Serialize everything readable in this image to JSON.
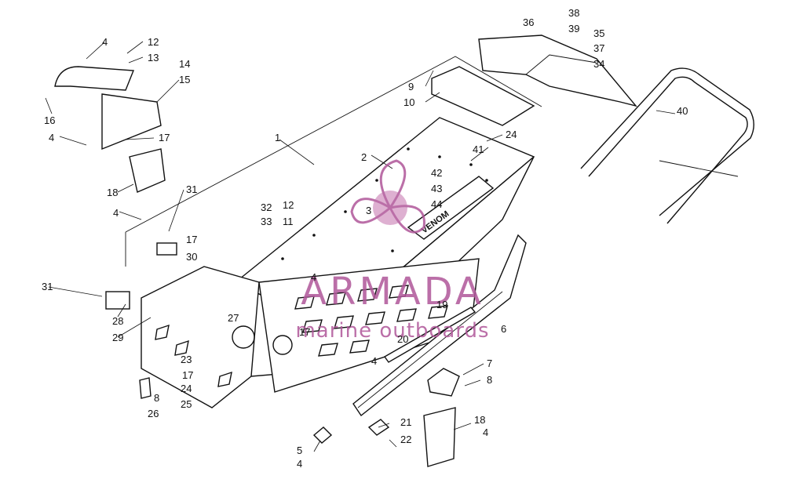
{
  "callouts": [
    {
      "id": "c1",
      "label": "1"
    },
    {
      "id": "c2",
      "label": "2"
    },
    {
      "id": "c3",
      "label": "3"
    },
    {
      "id": "c4a",
      "label": "4"
    },
    {
      "id": "c4b",
      "label": "4"
    },
    {
      "id": "c4c",
      "label": "4"
    },
    {
      "id": "c4d",
      "label": "4"
    },
    {
      "id": "c4e",
      "label": "4"
    },
    {
      "id": "c4f",
      "label": "4"
    },
    {
      "id": "c4g",
      "label": "4"
    },
    {
      "id": "c5",
      "label": "5"
    },
    {
      "id": "c6",
      "label": "6"
    },
    {
      "id": "c7",
      "label": "7"
    },
    {
      "id": "c8a",
      "label": "8"
    },
    {
      "id": "c8b",
      "label": "8"
    },
    {
      "id": "c9",
      "label": "9"
    },
    {
      "id": "c10",
      "label": "10"
    },
    {
      "id": "c11",
      "label": "11"
    },
    {
      "id": "c12a",
      "label": "12"
    },
    {
      "id": "c12b",
      "label": "12"
    },
    {
      "id": "c13",
      "label": "13"
    },
    {
      "id": "c14",
      "label": "14"
    },
    {
      "id": "c15",
      "label": "15"
    },
    {
      "id": "c16",
      "label": "16"
    },
    {
      "id": "c17a",
      "label": "17"
    },
    {
      "id": "c17b",
      "label": "17"
    },
    {
      "id": "c17c",
      "label": "17"
    },
    {
      "id": "c17d",
      "label": "17"
    },
    {
      "id": "c18a",
      "label": "18"
    },
    {
      "id": "c18b",
      "label": "18"
    },
    {
      "id": "c19",
      "label": "19"
    },
    {
      "id": "c20",
      "label": "20"
    },
    {
      "id": "c21",
      "label": "21"
    },
    {
      "id": "c22",
      "label": "22"
    },
    {
      "id": "c23",
      "label": "23"
    },
    {
      "id": "c24a",
      "label": "24"
    },
    {
      "id": "c24b",
      "label": "24"
    },
    {
      "id": "c25",
      "label": "25"
    },
    {
      "id": "c26",
      "label": "26"
    },
    {
      "id": "c27",
      "label": "27"
    },
    {
      "id": "c28",
      "label": "28"
    },
    {
      "id": "c29",
      "label": "29"
    },
    {
      "id": "c30",
      "label": "30"
    },
    {
      "id": "c31a",
      "label": "31"
    },
    {
      "id": "c31b",
      "label": "31"
    },
    {
      "id": "c32",
      "label": "32"
    },
    {
      "id": "c33",
      "label": "33"
    },
    {
      "id": "c34",
      "label": "34"
    },
    {
      "id": "c35",
      "label": "35"
    },
    {
      "id": "c36",
      "label": "36"
    },
    {
      "id": "c37",
      "label": "37"
    },
    {
      "id": "c38",
      "label": "38"
    },
    {
      "id": "c39",
      "label": "39"
    },
    {
      "id": "c40",
      "label": "40"
    },
    {
      "id": "c41",
      "label": "41"
    },
    {
      "id": "c42",
      "label": "42"
    },
    {
      "id": "c43",
      "label": "43"
    },
    {
      "id": "c44",
      "label": "44"
    }
  ],
  "watermark": {
    "brand": "ARMADA",
    "tagline": "marine outboards",
    "color": "#b0579a"
  },
  "decal_text": {
    "model": "VENOM"
  }
}
